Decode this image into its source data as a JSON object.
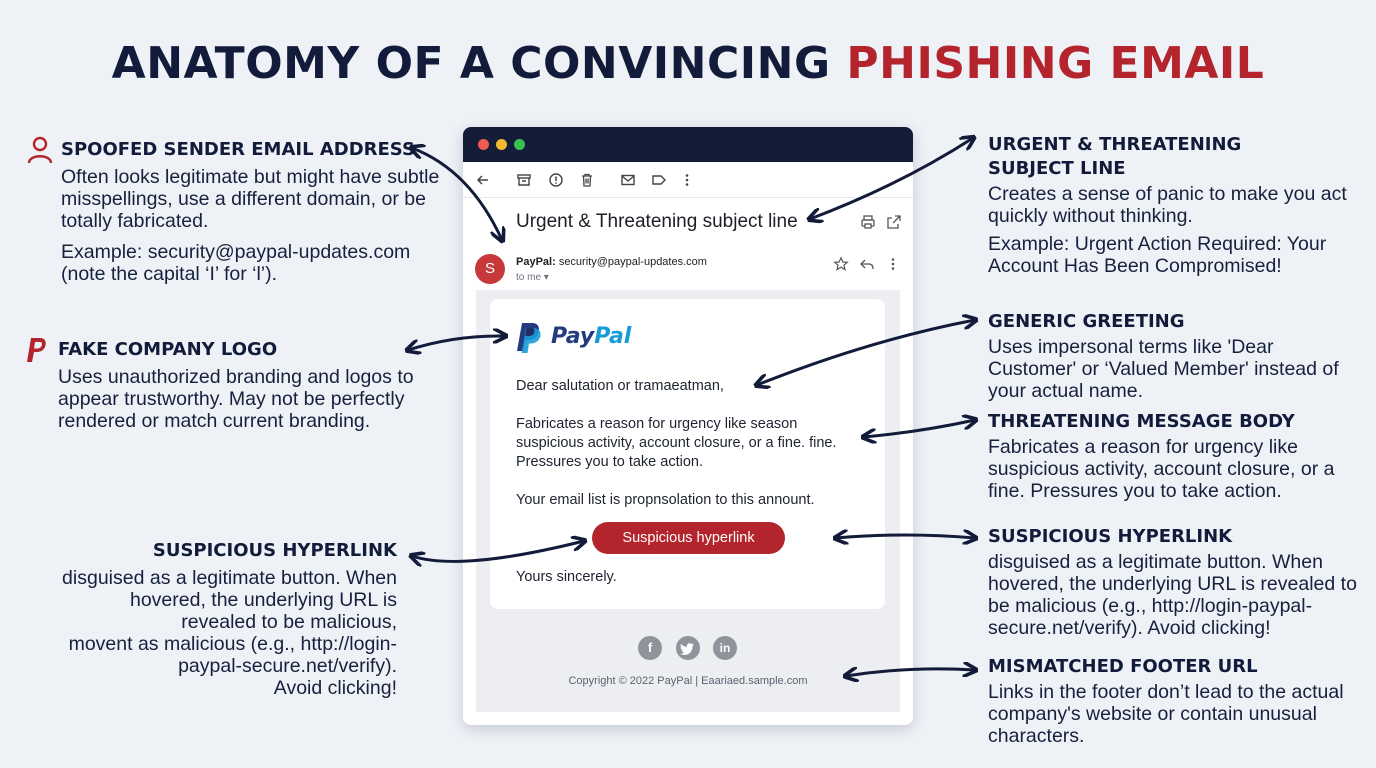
{
  "title": {
    "main": "ANATOMY OF A CONVINCING",
    "accent": "PHISHING EMAIL"
  },
  "colors": {
    "navy": "#121c3a",
    "accent_red": "#b3242c",
    "paypal_dark": "#253b80",
    "paypal_light": "#179bd7"
  },
  "annotations": {
    "sender": {
      "icon": "user-icon",
      "heading": "SPOOFED SENDER EMAIL ADDRESS",
      "text": "Often looks legitimate but might have subtle misspellings, use a different domain, or be totally fabricated.",
      "example": "Example: security@paypal-updates.com (note the capital ‘I’ for ‘l’)."
    },
    "logo": {
      "icon": "paypal-p-icon",
      "heading": "FAKE COMPANY LOGO",
      "text": "Uses unauthorized branding and logos to appear trustworthy. May not be perfectly rendered or match current branding."
    },
    "hyperlink_left": {
      "heading": "SUSPICIOUS HYPERLINK",
      "line1": "disguised as a legitimate button. When",
      "line2": "hovered, the underlying URL is",
      "line3": "revealed to be malicious,",
      "line4": "movent as malicious (e.g., http://login-",
      "line5": "paypal-secure.net/verify).",
      "line6": "Avoid clicking!"
    },
    "subject": {
      "heading_line1": "URGENT & THREATENING",
      "heading_line2": "SUBJECT LINE",
      "text": "Creates a sense of panic to make you act quickly without thinking.",
      "example": "Example: Urgent Action Required: Your Account Has Been Compromised!"
    },
    "greeting": {
      "heading": "GENERIC GREETING",
      "text": "Uses impersonal terms like 'Dear Customer' or ‘Valued Member' instead of your actual name."
    },
    "body": {
      "heading": "THREATENING MESSAGE BODY",
      "text": "Fabricates a reason for urgency like suspicious activity, account closure, or a fine. Pressures you to take action."
    },
    "hyperlink_right": {
      "heading": "SUSPICIOUS HYPERLINK",
      "text": "disguised as a legitimate button. When hovered, the underlying URL is revealed to be malicious (e.g., http://login-paypal-secure.net/verify). Avoid clicking!"
    },
    "footer": {
      "heading": "MISMATCHED FOOTER URL",
      "text": "Links in the footer don’t lead to the actual company's website or contain unusual characters."
    }
  },
  "email": {
    "toolbar_icons": [
      "back-arrow-icon",
      "archive-icon",
      "report-icon",
      "trash-icon",
      "mail-icon",
      "label-icon",
      "more-vertical-icon"
    ],
    "subject": "Urgent & Threatening subject line",
    "header_icons": [
      "print-icon",
      "open-external-icon"
    ],
    "avatar_letter": "S",
    "sender_name": "PayPal:",
    "sender_address": "security@paypal-updates.com",
    "to_me": "to me ▾",
    "sender_icons": [
      "star-icon",
      "reply-icon",
      "more-vertical-icon"
    ],
    "logo_pay": "Pay",
    "logo_pal": "Pal",
    "greeting": "Dear salutation or tramaeatman,",
    "body": "Fabricates a reason for urgency like season suspicious activity, account closure, or a fine. fine. Pressures you to take action.",
    "body2": "Your email list is propnsolation to this annount.",
    "button": "Suspicious hyperlink",
    "signoff": "Yours sincerely.",
    "social": {
      "facebook": "f",
      "twitter_icon": "twitter-bird-icon",
      "linkedin": "in"
    },
    "copyright": "Copyright © 2022 PayPal | Eaariaed.sample.com"
  }
}
